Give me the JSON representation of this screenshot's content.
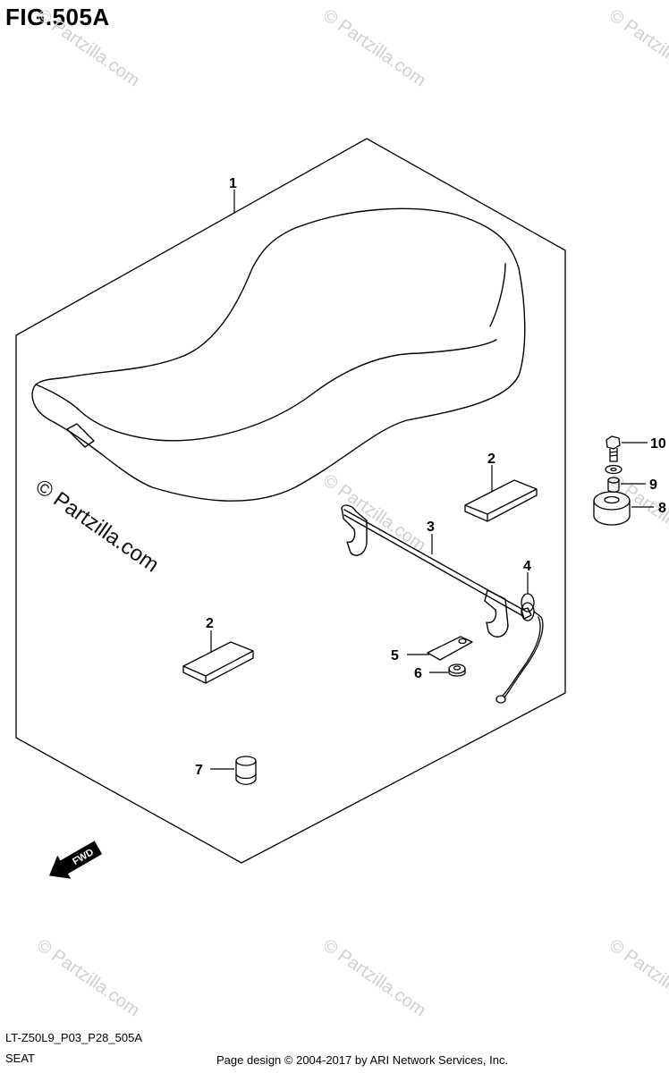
{
  "figure": {
    "title": "FIG.505A",
    "diagram_code": "LT-Z50L9_P03_P28_505A",
    "section_name": "SEAT",
    "credit": "Page design © 2004-2017 by ARI Network Services, Inc."
  },
  "watermark": {
    "text": "© Partzilla.com"
  },
  "direction_badge": {
    "text": "FWD"
  },
  "callouts": [
    {
      "number": "1",
      "part": "seat"
    },
    {
      "number": "2",
      "part": "seat-pad-upper"
    },
    {
      "number": "2",
      "part": "seat-pad-lower"
    },
    {
      "number": "3",
      "part": "seat-lock-rod"
    },
    {
      "number": "4",
      "part": "spring"
    },
    {
      "number": "5",
      "part": "plate"
    },
    {
      "number": "6",
      "part": "nut"
    },
    {
      "number": "7",
      "part": "cushion"
    },
    {
      "number": "8",
      "part": "cushion"
    },
    {
      "number": "9",
      "part": "washer"
    },
    {
      "number": "10",
      "part": "bolt"
    }
  ],
  "colors": {
    "line": "#000000",
    "watermark": "#cfcfcf",
    "background": "#ffffff"
  }
}
